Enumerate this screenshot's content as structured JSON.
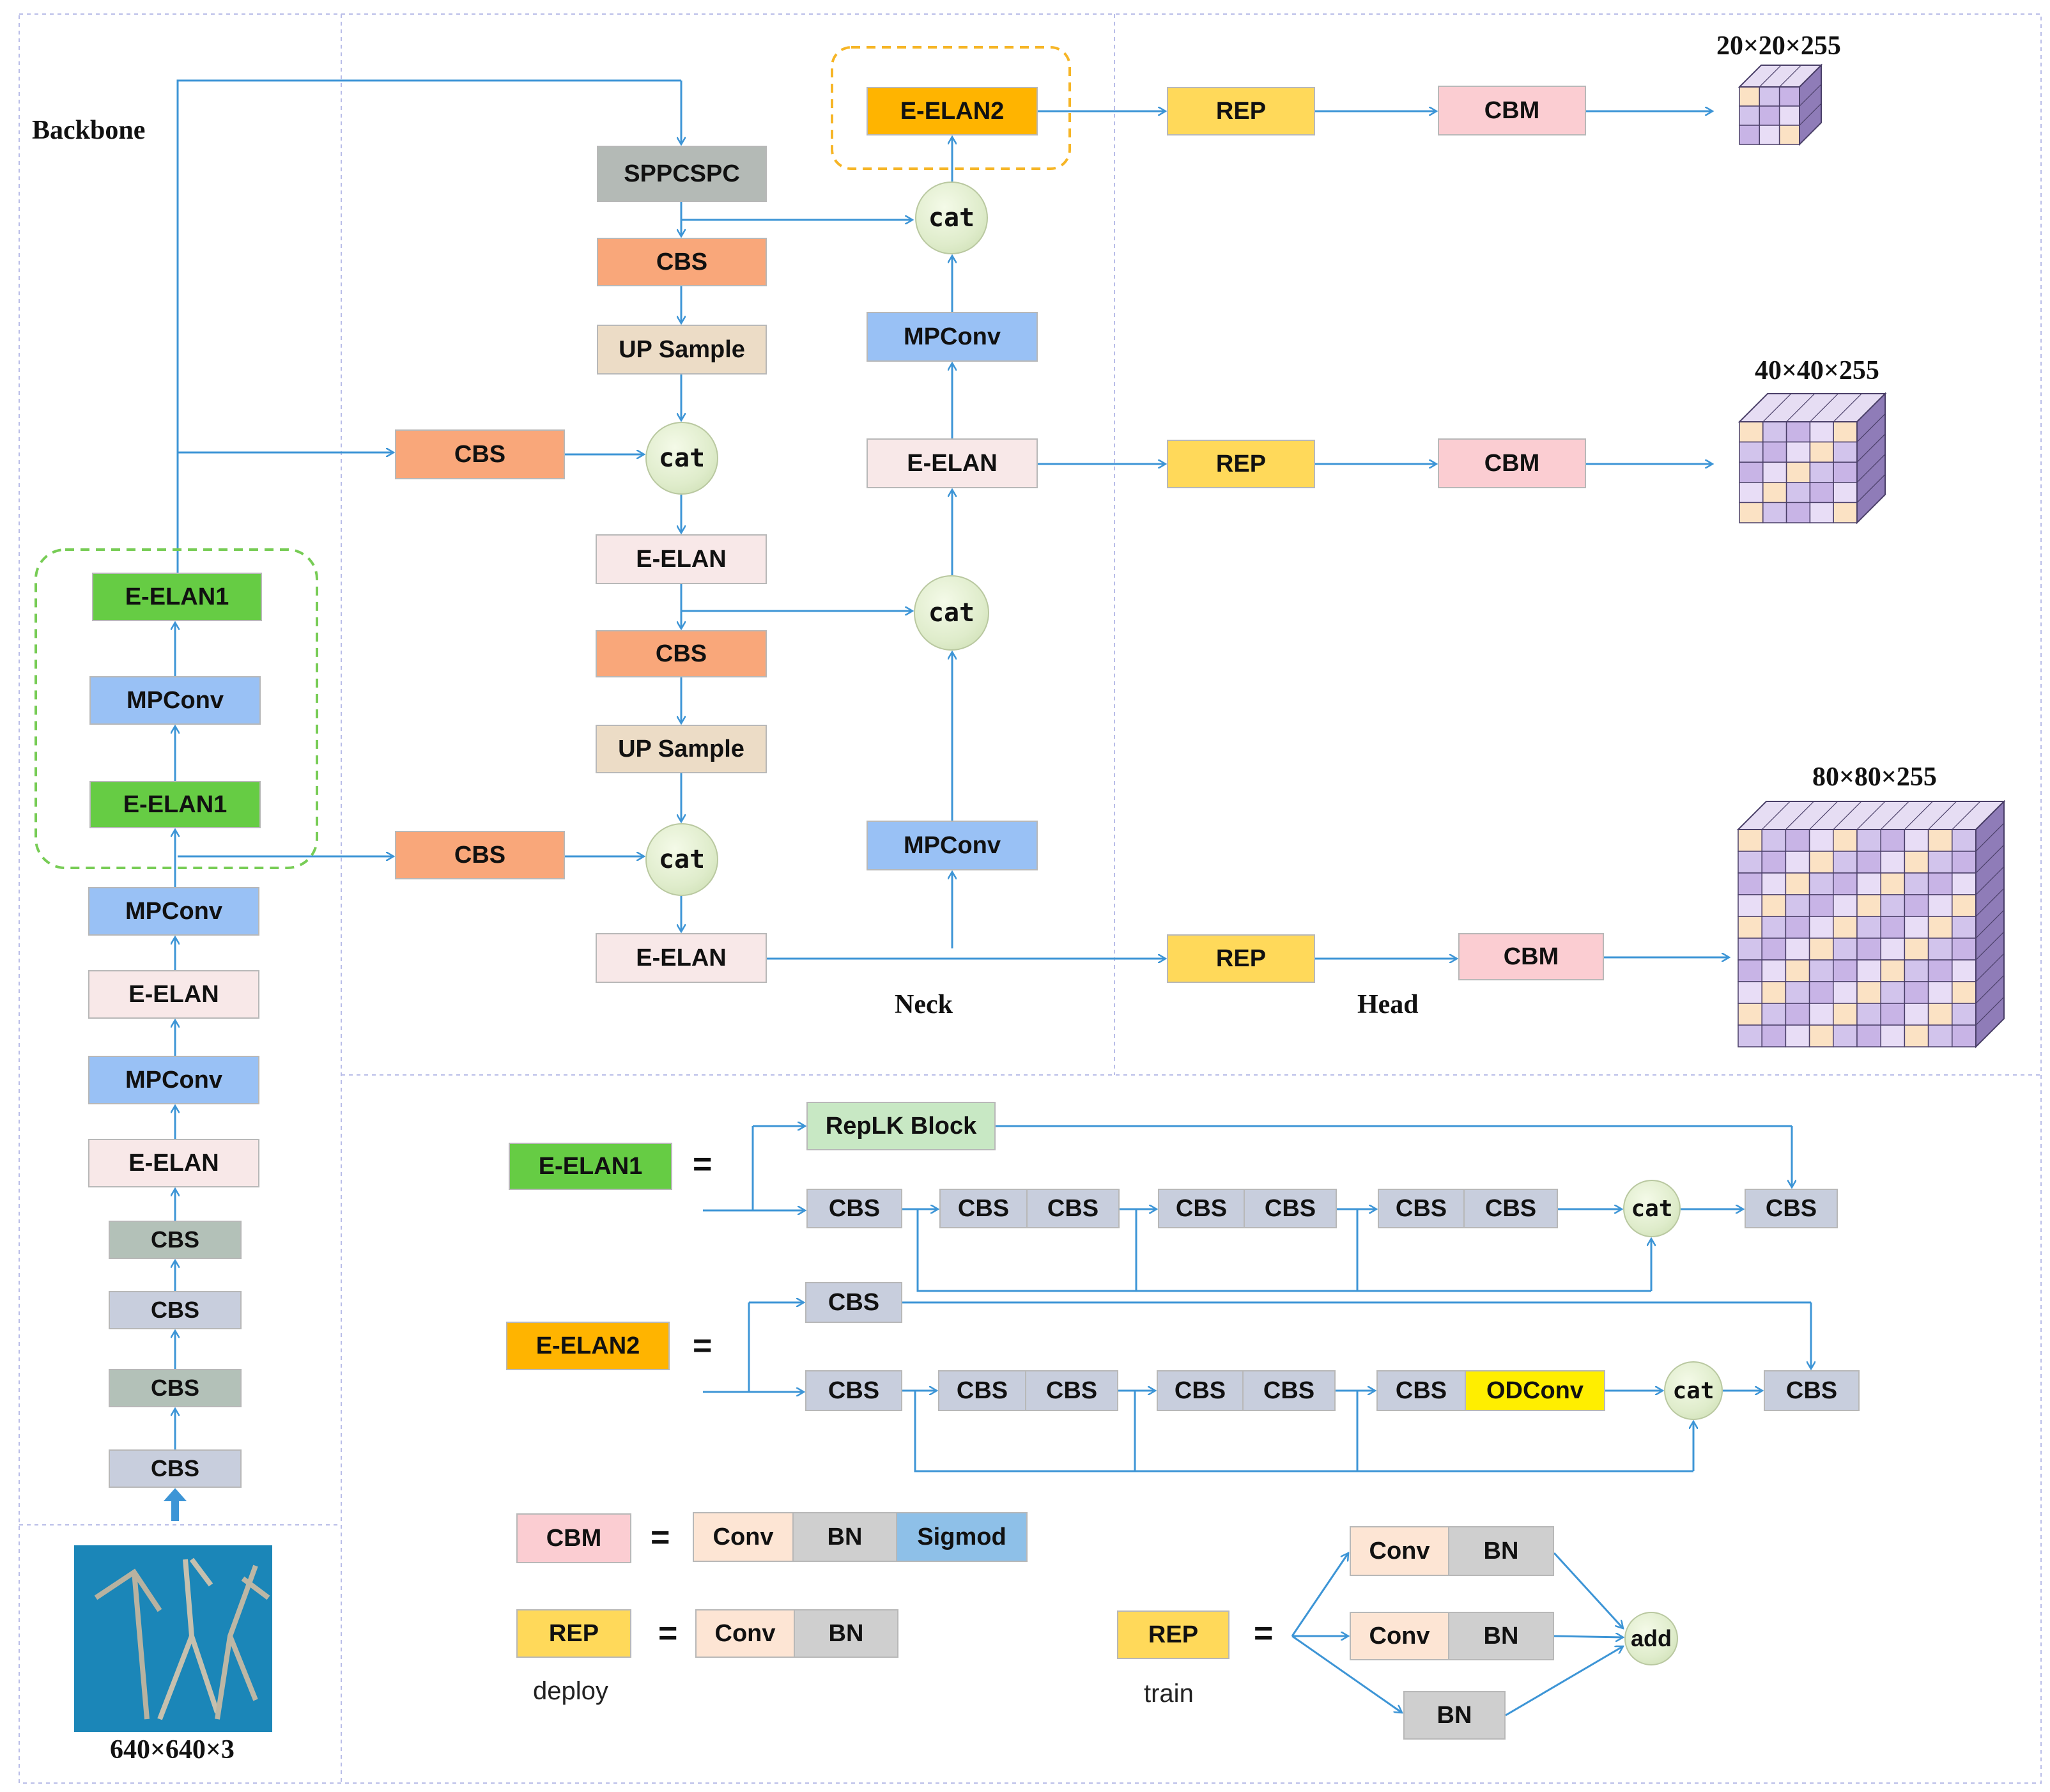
{
  "sections": {
    "backbone": "Backbone",
    "neck": "Neck",
    "head": "Head"
  },
  "input": {
    "size_label": "640×640×3"
  },
  "backbone_blocks": {
    "cbs1": "CBS",
    "cbs2": "CBS",
    "cbs3": "CBS",
    "cbs4": "CBS",
    "eelan1": "E-ELAN",
    "mpconv1": "MPConv",
    "eelan2": "E-ELAN",
    "mpconv2": "MPConv",
    "eelan1a": "E-ELAN1",
    "mpconv3": "MPConv",
    "eelan1b": "E-ELAN1"
  },
  "neck_blocks": {
    "sppcspc": "SPPCSPC",
    "cbs_a": "CBS",
    "up_a": "UP Sample",
    "cbs_side_a": "CBS",
    "cat_a": "cat",
    "eelan_a": "E-ELAN",
    "cbs_b": "CBS",
    "up_b": "UP Sample",
    "cbs_side_b": "CBS",
    "cat_b": "cat",
    "eelan_b": "E-ELAN",
    "mpconv_a": "MPConv",
    "cat_c": "cat",
    "eelan_c": "E-ELAN",
    "mpconv_b": "MPConv",
    "cat_d": "cat",
    "eelan2": "E-ELAN2"
  },
  "head_blocks": {
    "rep1": "REP",
    "cbm1": "CBM",
    "out1": "20×20×255",
    "rep2": "REP",
    "cbm2": "CBM",
    "out2": "40×40×255",
    "rep3": "REP",
    "cbm3": "CBM",
    "out3": "80×80×255"
  },
  "legend": {
    "eelan1": {
      "name": "E-ELAN1",
      "eq": "=",
      "replk": "RepLK Block",
      "cbs": [
        "CBS",
        "CBS",
        "CBS",
        "CBS",
        "CBS",
        "CBS",
        "CBS"
      ],
      "cat": "cat",
      "out": "CBS"
    },
    "eelan2": {
      "name": "E-ELAN2",
      "eq": "=",
      "top_cbs": "CBS",
      "cbs": [
        "CBS",
        "CBS",
        "CBS",
        "CBS",
        "CBS",
        "CBS"
      ],
      "odconv": "ODConv",
      "cat": "cat",
      "out": "CBS"
    },
    "cbm": {
      "name": "CBM",
      "eq": "=",
      "conv": "Conv",
      "bn": "BN",
      "sig": "Sigmod"
    },
    "rep_deploy": {
      "name": "REP",
      "eq": "=",
      "conv": "Conv",
      "bn": "BN",
      "caption": "deploy"
    },
    "rep_train": {
      "name": "REP",
      "eq": "=",
      "conv1": "Conv",
      "bn1": "BN",
      "conv2": "Conv",
      "bn2": "BN",
      "bn3": "BN",
      "add": "add",
      "caption": "train"
    }
  },
  "colors": {
    "arrow": "#3d95d6",
    "dashed_border": "#b9bde8",
    "backbone_group": "#77cc55",
    "eelan2_group": "#f6b526",
    "cube_face": "#c9b7e4",
    "cube_side": "#8f7cb8",
    "cube_top": "#e6ddf3"
  }
}
